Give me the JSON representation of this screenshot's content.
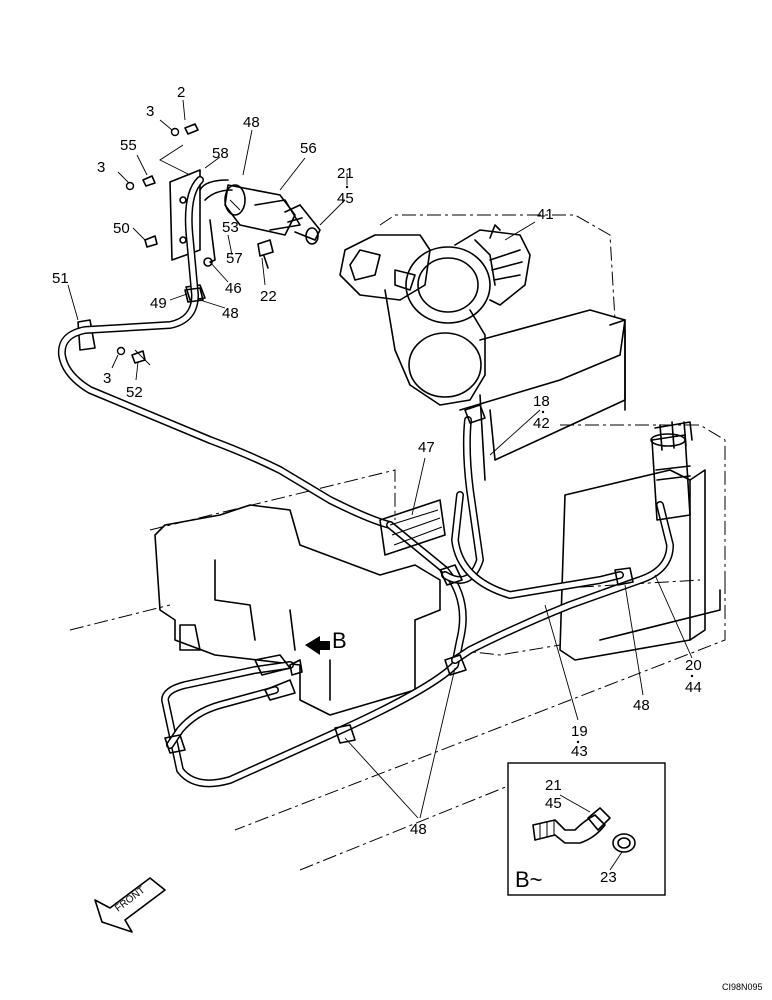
{
  "labels": {
    "l2": "2",
    "l3a": "3",
    "l55": "55",
    "l3b": "3",
    "l58": "58",
    "l48a": "48",
    "l56": "56",
    "l21a": "21",
    "l45a": "45",
    "l50": "50",
    "l53": "53",
    "l57": "57",
    "l46": "46",
    "l22": "22",
    "l41": "41",
    "l51": "51",
    "l49": "49",
    "l48b": "48",
    "l3c": "3",
    "l52": "52",
    "l18": "18",
    "l42": "42",
    "l47": "47",
    "l20": "20",
    "l44": "44",
    "l48c": "48",
    "l19": "19",
    "l43": "43",
    "l48d": "48",
    "l21b": "21",
    "l45b": "45",
    "l23": "23"
  },
  "view_arrow": "B",
  "inset_label": "B~",
  "front_label": "FRONT",
  "figure_code": "CI98N095"
}
